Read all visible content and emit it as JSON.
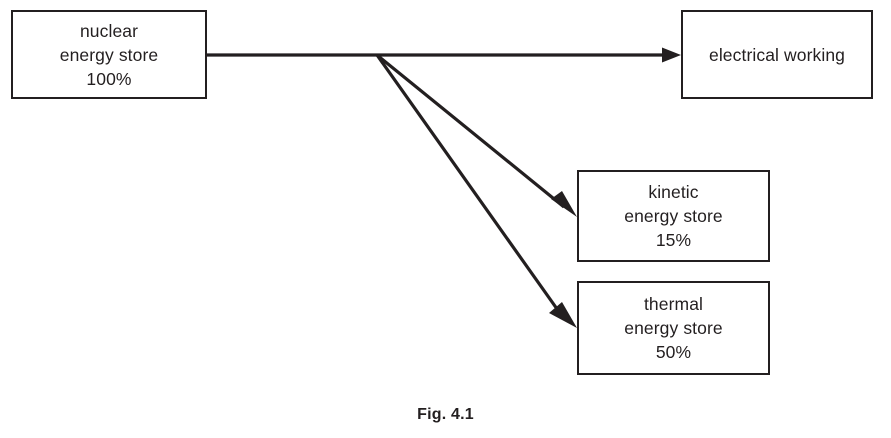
{
  "figure": {
    "caption": "Fig. 4.1",
    "title": "Energy transfer Sankey-style diagram",
    "background_color": "#ffffff",
    "line_color": "#231f20"
  },
  "boxes": [
    {
      "id": "nuclear",
      "name": "nuclear-energy-store-box",
      "lines": [
        "nuclear",
        "energy store",
        "100%"
      ],
      "percentage": "100%",
      "role": "source"
    },
    {
      "id": "electrical",
      "name": "electrical-working-box",
      "lines": [
        "electrical working"
      ],
      "percentage": "",
      "role": "output"
    },
    {
      "id": "kinetic",
      "name": "kinetic-energy-store-box",
      "lines": [
        "kinetic",
        "energy store",
        "15%"
      ],
      "percentage": "15%",
      "role": "output"
    },
    {
      "id": "thermal",
      "name": "thermal-energy-store-box",
      "lines": [
        "thermal",
        "energy store",
        "50%"
      ],
      "percentage": "50%",
      "role": "output"
    }
  ],
  "arrows": [
    {
      "id": "arrow-electrical",
      "name": "arrow-nuclear-to-electrical",
      "from": "nuclear",
      "to": "electrical",
      "style": "straight-horizontal"
    },
    {
      "id": "arrow-kinetic",
      "name": "arrow-nuclear-to-kinetic",
      "from": "nuclear",
      "to": "kinetic",
      "style": "diagonal"
    },
    {
      "id": "arrow-thermal",
      "name": "arrow-nuclear-to-thermal",
      "from": "nuclear",
      "to": "thermal",
      "style": "diagonal"
    }
  ]
}
